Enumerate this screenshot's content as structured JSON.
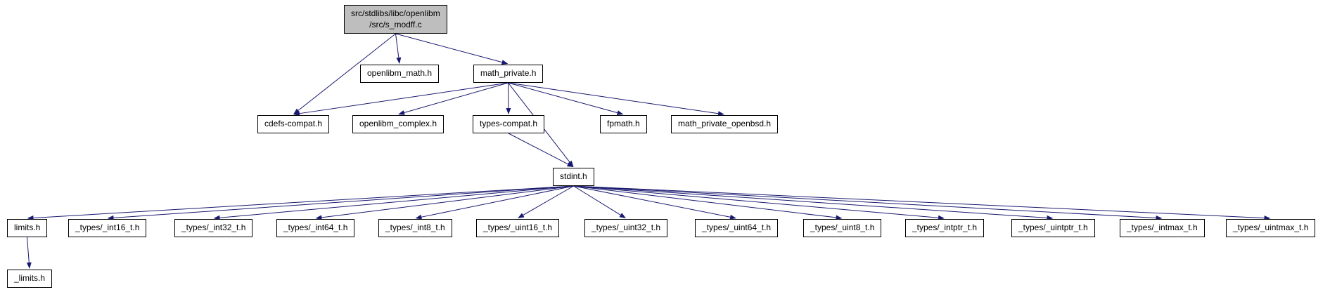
{
  "diagram": {
    "type": "include-dependency-graph",
    "edge_color": "#191970",
    "root_fill": "#bebebe",
    "node_fill": "#ffffff",
    "nodes": [
      {
        "id": "s_modff",
        "label": "src/stdlibs/libc/openlibm\n/src/s_modff.c"
      },
      {
        "id": "openlibm_math",
        "label": "openlibm_math.h"
      },
      {
        "id": "math_private",
        "label": "math_private.h"
      },
      {
        "id": "cdefs_compat",
        "label": "cdefs-compat.h"
      },
      {
        "id": "openlibm_complex",
        "label": "openlibm_complex.h"
      },
      {
        "id": "types_compat",
        "label": "types-compat.h"
      },
      {
        "id": "fpmath",
        "label": "fpmath.h"
      },
      {
        "id": "math_private_openbsd",
        "label": "math_private_openbsd.h"
      },
      {
        "id": "stdint",
        "label": "stdint.h"
      },
      {
        "id": "limits",
        "label": "limits.h"
      },
      {
        "id": "int16",
        "label": "_types/_int16_t.h"
      },
      {
        "id": "int32",
        "label": "_types/_int32_t.h"
      },
      {
        "id": "int64",
        "label": "_types/_int64_t.h"
      },
      {
        "id": "int8",
        "label": "_types/_int8_t.h"
      },
      {
        "id": "uint16",
        "label": "_types/_uint16_t.h"
      },
      {
        "id": "uint32",
        "label": "_types/_uint32_t.h"
      },
      {
        "id": "uint64",
        "label": "_types/_uint64_t.h"
      },
      {
        "id": "uint8",
        "label": "_types/_uint8_t.h"
      },
      {
        "id": "intptr",
        "label": "_types/_intptr_t.h"
      },
      {
        "id": "uintptr",
        "label": "_types/_uintptr_t.h"
      },
      {
        "id": "intmax",
        "label": "_types/_intmax_t.h"
      },
      {
        "id": "uintmax",
        "label": "_types/_uintmax_t.h"
      },
      {
        "id": "_limits",
        "label": "_limits.h"
      }
    ],
    "edges": [
      {
        "from": "s_modff",
        "to": "openlibm_math"
      },
      {
        "from": "s_modff",
        "to": "math_private"
      },
      {
        "from": "s_modff",
        "to": "cdefs_compat"
      },
      {
        "from": "math_private",
        "to": "cdefs_compat"
      },
      {
        "from": "math_private",
        "to": "openlibm_complex"
      },
      {
        "from": "math_private",
        "to": "types_compat"
      },
      {
        "from": "math_private",
        "to": "fpmath"
      },
      {
        "from": "math_private",
        "to": "math_private_openbsd"
      },
      {
        "from": "math_private",
        "to": "stdint"
      },
      {
        "from": "types_compat",
        "to": "stdint"
      },
      {
        "from": "stdint",
        "to": "limits"
      },
      {
        "from": "stdint",
        "to": "int16"
      },
      {
        "from": "stdint",
        "to": "int32"
      },
      {
        "from": "stdint",
        "to": "int64"
      },
      {
        "from": "stdint",
        "to": "int8"
      },
      {
        "from": "stdint",
        "to": "uint16"
      },
      {
        "from": "stdint",
        "to": "uint32"
      },
      {
        "from": "stdint",
        "to": "uint64"
      },
      {
        "from": "stdint",
        "to": "uint8"
      },
      {
        "from": "stdint",
        "to": "intptr"
      },
      {
        "from": "stdint",
        "to": "uintptr"
      },
      {
        "from": "stdint",
        "to": "intmax"
      },
      {
        "from": "stdint",
        "to": "uintmax"
      },
      {
        "from": "limits",
        "to": "_limits"
      }
    ]
  }
}
